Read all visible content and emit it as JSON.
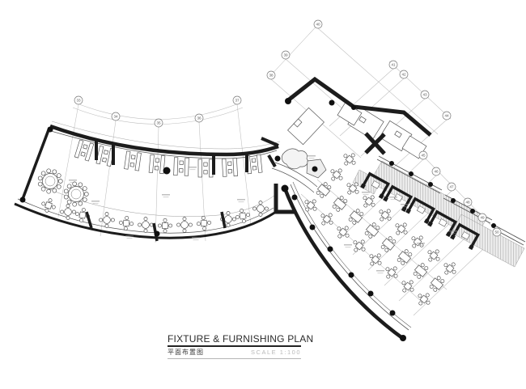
{
  "title_block": {
    "title": "FIXTURE & FURNISHING PLAN",
    "subtitle_cn": "平面布置图",
    "scale_label": "SCALE 1:100"
  },
  "drawing": {
    "type": "architectural floor plan",
    "grid_bubbles": [
      "33",
      "34",
      "35",
      "36",
      "37",
      "38",
      "39",
      "40",
      "41",
      "42",
      "43",
      "44",
      "45",
      "46",
      "47",
      "48",
      "49",
      "50"
    ],
    "colors": {
      "ink": "#1c1c1c",
      "thin_wall": "#555555",
      "grid_line": "#bdbdbd",
      "hatch": "#c2c2c2",
      "background": "#ffffff",
      "scale_text": "#b9b9b9"
    }
  }
}
